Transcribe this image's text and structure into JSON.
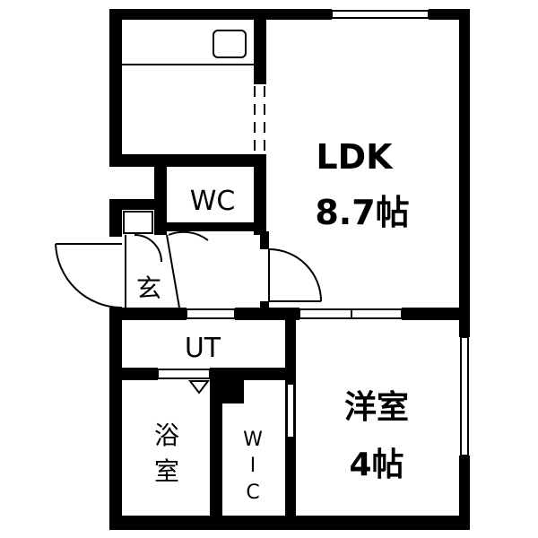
{
  "rooms": {
    "ldk": {
      "name": "LDK",
      "size": "8.7帖"
    },
    "western": {
      "name": "洋室",
      "size": "4帖"
    },
    "wc": {
      "name": "WC"
    },
    "entrance": {
      "name": "玄"
    },
    "utility": {
      "name": "UT"
    },
    "bath": {
      "line1": "浴",
      "line2": "室"
    },
    "closet": {
      "line1": "W",
      "line2": "I",
      "line3": "C"
    }
  },
  "colors": {
    "wall": "#000000",
    "background": "#ffffff"
  }
}
